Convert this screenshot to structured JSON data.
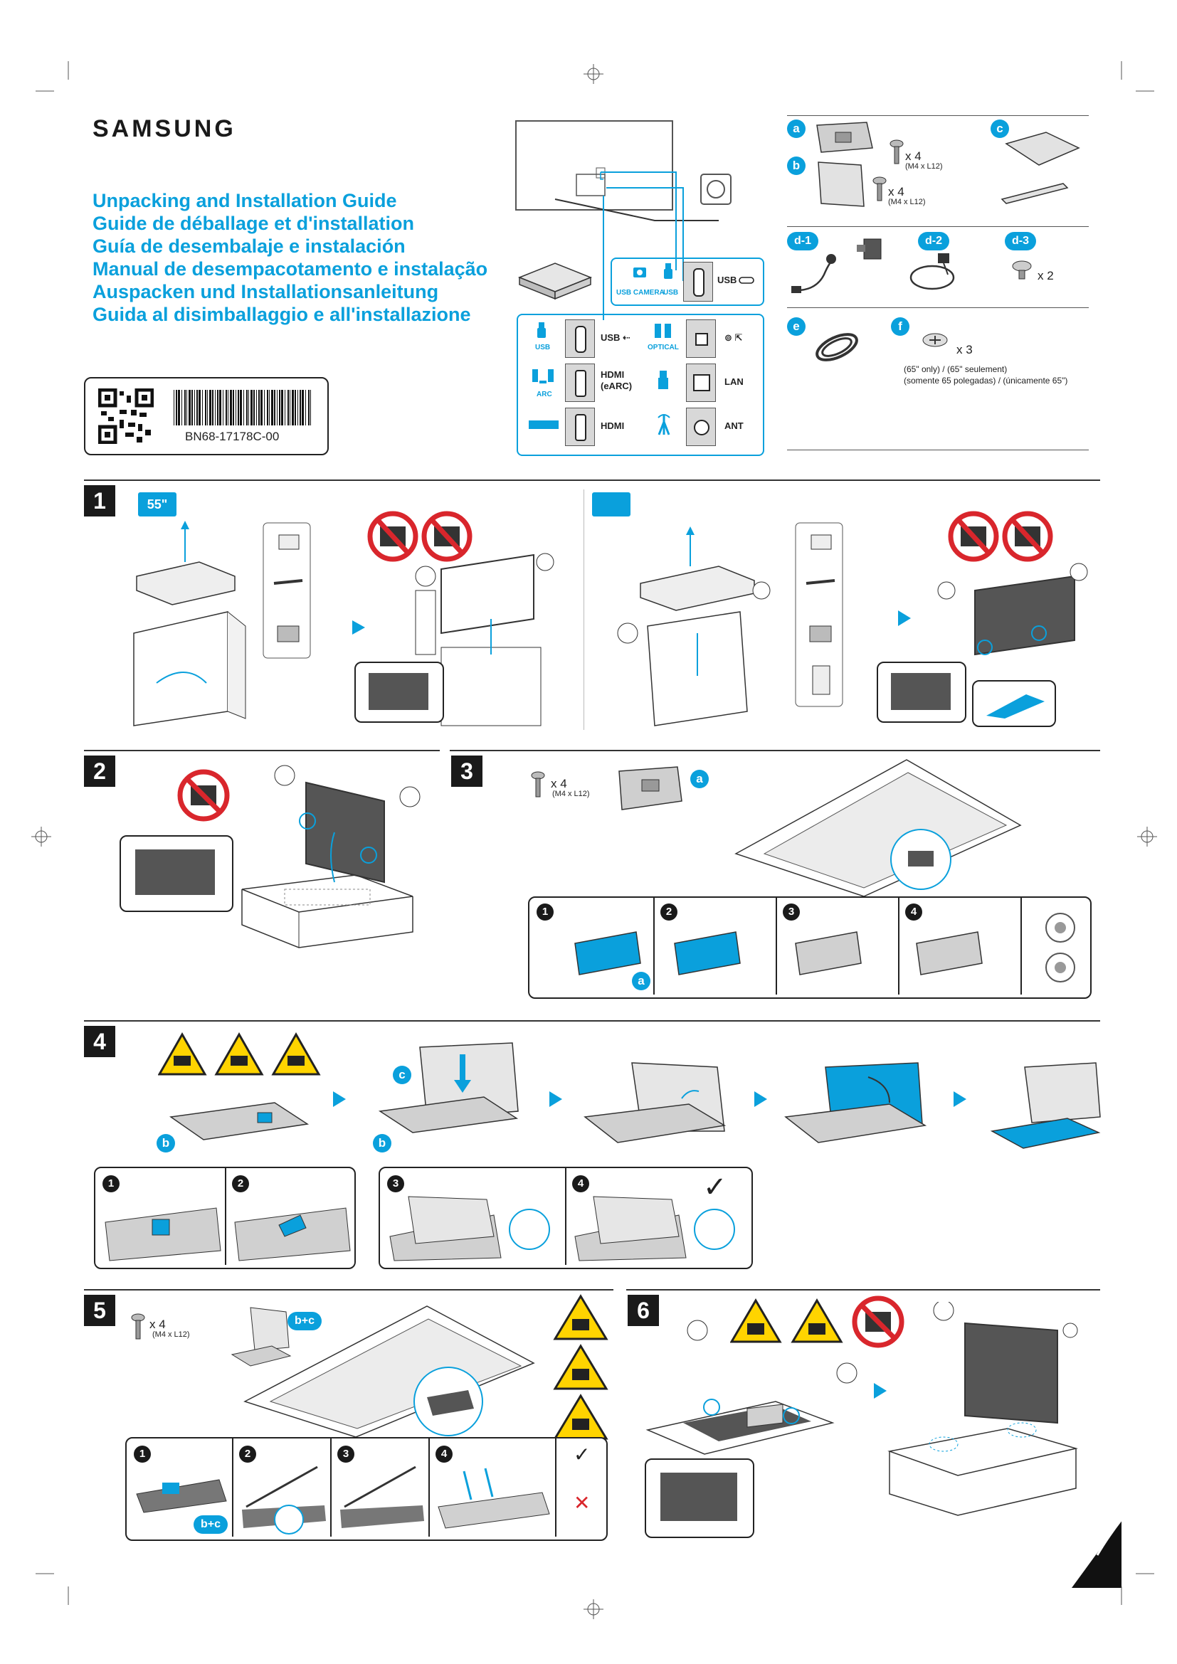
{
  "brand": "SAMSUNG",
  "titles": [
    "Unpacking and Installation Guide",
    "Guide de déballage et d'installation",
    "Guía de desembalaje e instalación",
    "Manual de desempacotamento e instalação",
    "Auspacken und Installationsanleitung",
    "Guida al disimballaggio e all'installazione"
  ],
  "barcode_number": "BN68-17178C-00",
  "components": {
    "a": {
      "letter": "a",
      "qty": "x 4",
      "spec": "(M4 x L12)"
    },
    "b": {
      "letter": "b",
      "qty": "x 4",
      "spec": "(M4 x L12)"
    },
    "c": {
      "letter": "c"
    },
    "d1": {
      "letter": "d-1"
    },
    "d2": {
      "letter": "d-2"
    },
    "d3": {
      "letter": "d-3",
      "qty": "x 2"
    },
    "e": {
      "letter": "e"
    },
    "f": {
      "letter": "f",
      "qty": "x 3",
      "note1": "(65\" only) / (65\" seulement)",
      "note2": "(somente 65 polegadas) / (únicamente 65\")"
    }
  },
  "ports": {
    "top_row": {
      "usb_camera": "USB CAMERA",
      "usb": "USB",
      "usb_c": "USB"
    },
    "rows": [
      {
        "left_blue": "USB",
        "left_label": "USB ⇠",
        "right_blue": "OPTICAL",
        "right_label": "⊚ ⇱"
      },
      {
        "left_blue": "ARC",
        "left_label": "HDMI",
        "left_sub": "(eARC)",
        "right_blue": "",
        "right_label": "LAN"
      },
      {
        "left_blue": "",
        "left_label": "HDMI",
        "right_blue": "",
        "right_label": "ANT"
      }
    ]
  },
  "steps": {
    "s1": {
      "num": "1",
      "size_a": "55\"",
      "size_b": ""
    },
    "s2": {
      "num": "2"
    },
    "s3": {
      "num": "3",
      "qty": "x 4",
      "spec": "(M4 x L12)",
      "part": "a",
      "sub": [
        "1",
        "2",
        "3",
        "4"
      ],
      "part_label": "a"
    },
    "s4": {
      "num": "4",
      "part_b": "b",
      "part_c": "c",
      "part_b2": "b",
      "sub": [
        "1",
        "2",
        "3",
        "4"
      ],
      "check": "✓"
    },
    "s5": {
      "num": "5",
      "qty": "x 4",
      "spec": "(M4 x L12)",
      "part": "b+c",
      "sub": [
        "1",
        "2",
        "3",
        "4"
      ],
      "part_label": "b+c",
      "check": "✓",
      "cross": "✕"
    },
    "s6": {
      "num": "6"
    }
  },
  "colors": {
    "accent": "#0aa0dc",
    "warning": "#ffd400",
    "prohibit": "#d9262c",
    "ink": "#1a1a1a"
  }
}
